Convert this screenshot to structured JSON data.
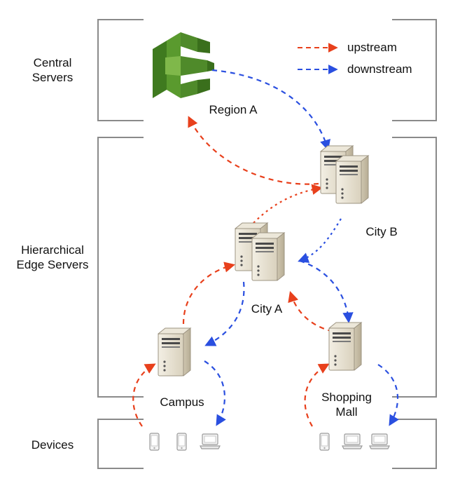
{
  "tiers": {
    "central": "Central\nServers",
    "edge": "Hierarchical\nEdge Servers",
    "devices": "Devices"
  },
  "nodes": {
    "region_a": "Region A",
    "city_b": "City B",
    "city_a": "City A",
    "campus": "Campus",
    "shopping_mall": "Shopping\nMall"
  },
  "legend": {
    "upstream": "upstream",
    "downstream": "downstream"
  },
  "colors": {
    "upstream": "#e8401c",
    "downstream": "#2a4fe0",
    "bracket": "#8a8a8a",
    "aws_green": "#4f8a2a"
  }
}
